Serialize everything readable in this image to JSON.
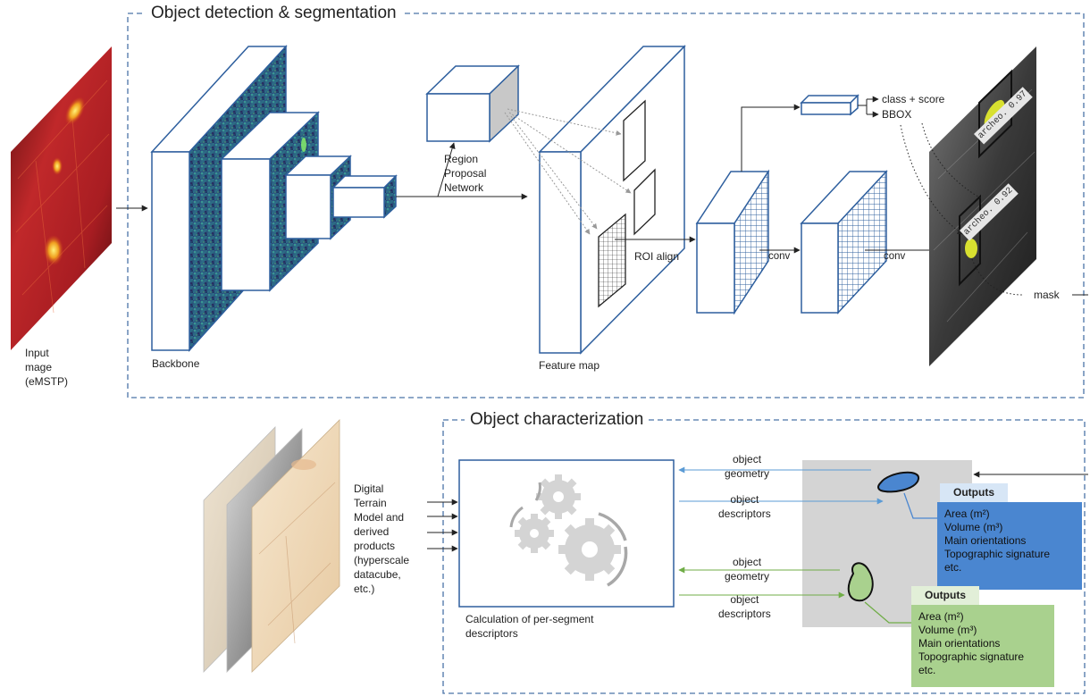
{
  "detection": {
    "title": "Object detection & segmentation",
    "input_label": "Input\nmage\n(eMSTP)",
    "backbone_label": "Backbone",
    "rpn_label": "Region\nProposal\nNetwork",
    "feature_map_label": "Feature map",
    "roi_align_label": "ROI align",
    "conv1_label": "conv",
    "conv2_label": "conv",
    "class_score_label": "class + score",
    "bbox_label": "BBOX",
    "mask_label": "mask",
    "overlay_text_1": "archeo. 0.97",
    "overlay_text_2": "archeo. 0.92"
  },
  "characterization": {
    "title": "Object characterization",
    "dtm_label": "Digital\nTerrain\nModel and\nderived\nproducts\n(hyperscale\ndatacube,\netc.)",
    "calc_label": "Calculation of per-segment\ndescriptors",
    "geometry_label_1": "object\ngeometry",
    "descriptors_label_1": "object\ndescriptors",
    "geometry_label_2": "object\ngeometry",
    "descriptors_label_2": "object\ndescriptors",
    "outputs_blue": {
      "header": "Outputs",
      "lines": "Area (m²)\nVolume (m³)\nMain orientations\nTopographic signature\netc."
    },
    "outputs_green": {
      "header": "Outputs",
      "lines": "Area (m²)\nVolume (m³)\nMain orientations\nTopographic signature\netc."
    }
  },
  "colors": {
    "frame": "#4a73a8",
    "box_edge": "#2e5f9e",
    "blue_fill": "#4a86d0",
    "blue_header": "#d7e6f6",
    "green_fill": "#a9d18e",
    "green_header": "#e2efd8",
    "panel_grey": "#d4d4d4"
  }
}
